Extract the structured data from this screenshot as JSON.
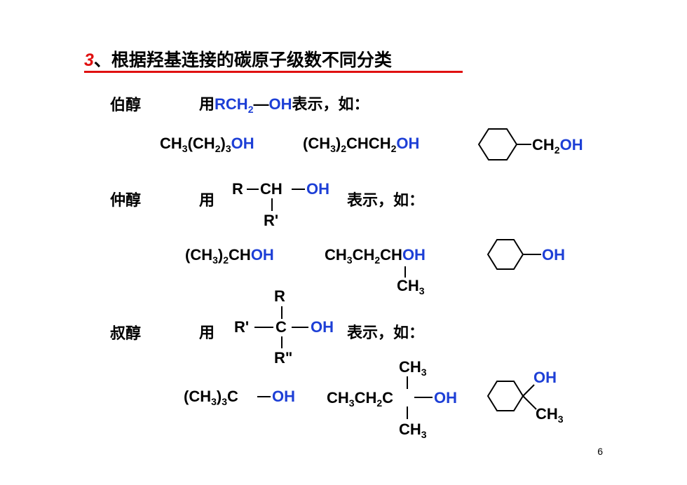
{
  "title": {
    "number": "3",
    "text": "、根据羟基连接的碳原子级数不同分类"
  },
  "primary": {
    "label": "伯醇",
    "use": "用",
    "general_formula": {
      "prefix": "RCH",
      "sub": "2",
      "bond": "—",
      "oh": "OH"
    },
    "suffix": "表示，如：",
    "examples": {
      "ex1": {
        "a": "CH",
        "s1": "3",
        "b": "(CH",
        "s2": "2",
        "c": ")",
        "s3": "3",
        "oh": "OH"
      },
      "ex2": {
        "a": "(CH",
        "s1": "3",
        "b": ")",
        "s2": "2",
        "c": "CHCH",
        "s3": "2",
        "oh": "OH"
      },
      "ex3": {
        "a": "CH",
        "s1": "2",
        "oh": "OH"
      }
    }
  },
  "secondary": {
    "label": "仲醇",
    "use": "用",
    "general_formula": {
      "r": "R",
      "ch": "CH",
      "oh": "OH",
      "r2": "R'"
    },
    "suffix": "表示，如：",
    "examples": {
      "ex1": {
        "a": "(CH",
        "s1": "3",
        "b": ")",
        "s2": "2",
        "c": "CH",
        "oh": "OH"
      },
      "ex2": {
        "a": "CH",
        "s1": "3",
        "b": "CH",
        "s2": "2",
        "c": "CH",
        "oh": "OH",
        "branch": "CH",
        "branch_sub": "3"
      },
      "ex3": {
        "oh": "OH"
      }
    }
  },
  "tertiary": {
    "label": "叔醇",
    "use": "用",
    "general_formula": {
      "r_top": "R",
      "r_left": "R'",
      "c": "C",
      "oh": "OH",
      "r_bottom": "R\""
    },
    "suffix": "表示，如：",
    "examples": {
      "ex1": {
        "a": "(CH",
        "s1": "3",
        "b": ")",
        "s2": "3",
        "c": "C",
        "oh": "OH"
      },
      "ex2": {
        "top": "CH",
        "top_sub": "3",
        "a": "CH",
        "s1": "3",
        "b": "CH",
        "s2": "2",
        "c": "C",
        "oh": "OH",
        "bottom": "CH",
        "bottom_sub": "3"
      },
      "ex3": {
        "oh": "OH",
        "ch": "CH",
        "ch_sub": "3"
      }
    }
  },
  "page_number": "6",
  "colors": {
    "accent_red": "#e01010",
    "hydroxyl_blue": "#1d3fd6"
  }
}
